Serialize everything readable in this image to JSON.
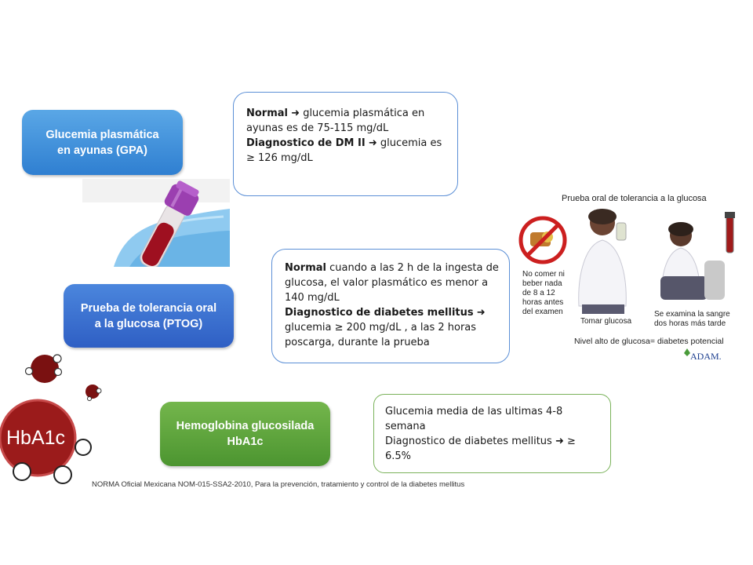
{
  "tests": {
    "gpa": {
      "line1": "Glucemia plasmática",
      "line2": "en ayunas (GPA)"
    },
    "ptog": {
      "line1": "Prueba de tolerancia oral",
      "line2": "a la glucosa (PTOG)"
    },
    "hba1c": {
      "line1": "Hemoglobina glucosilada",
      "line2": "HbA1c"
    }
  },
  "box_gpa": {
    "normal_label": "Normal",
    "normal_text": "glucemia plasmática en ayunas es de 75-115 mg/dL",
    "dx_label": "Diagnostico de DM II",
    "dx_text": "glucemia es ≥ 126 mg/dL"
  },
  "box_ptog": {
    "normal_label": "Normal",
    "normal_text": "cuando a las 2 h de la ingesta de glucosa, el valor plasmático es menor a 140 mg/dL",
    "dx_label": "Diagnostico de diabetes mellitus",
    "dx_text": "glucemia ≥ 200 mg/dL , a las 2 horas poscarga, durante la prueba"
  },
  "box_hba1c": {
    "line1": "Glucemia media de las ultimas 4-8 semana",
    "line2_prefix": "Diagnostico de diabetes mellitus",
    "line2_value": "≥ 6.5%"
  },
  "illustration": {
    "title": "Prueba oral de tolerancia a la glucosa",
    "no_eat_1": "No comer ni",
    "no_eat_2": "beber nada",
    "no_eat_3": "de 8 a 12",
    "no_eat_4": "horas antes",
    "no_eat_5": "del examen",
    "drink_label": "Tomar glucosa",
    "blood_1": "Se examina la sangre",
    "blood_2": "dos horas más tarde",
    "footer": "Nivel alto de glucosa= diabetes potencial",
    "brand": "ADAM."
  },
  "logo": {
    "text": "HbA1c"
  },
  "reference": "NORMA Oficial Mexicana NOM-015-SSA2-2010, Para la prevención, tratamiento y control de la diabetes mellitus",
  "icons": {
    "arrow": "arrow-right-icon"
  },
  "colors": {
    "gpa": "#3b8ddb",
    "ptog": "#3a6fd0",
    "hba1c": "#5fa53c",
    "box_border_blue": "#5b8fd6",
    "box_border_green": "#7ab25a",
    "logo_red": "#9b1b1b"
  }
}
